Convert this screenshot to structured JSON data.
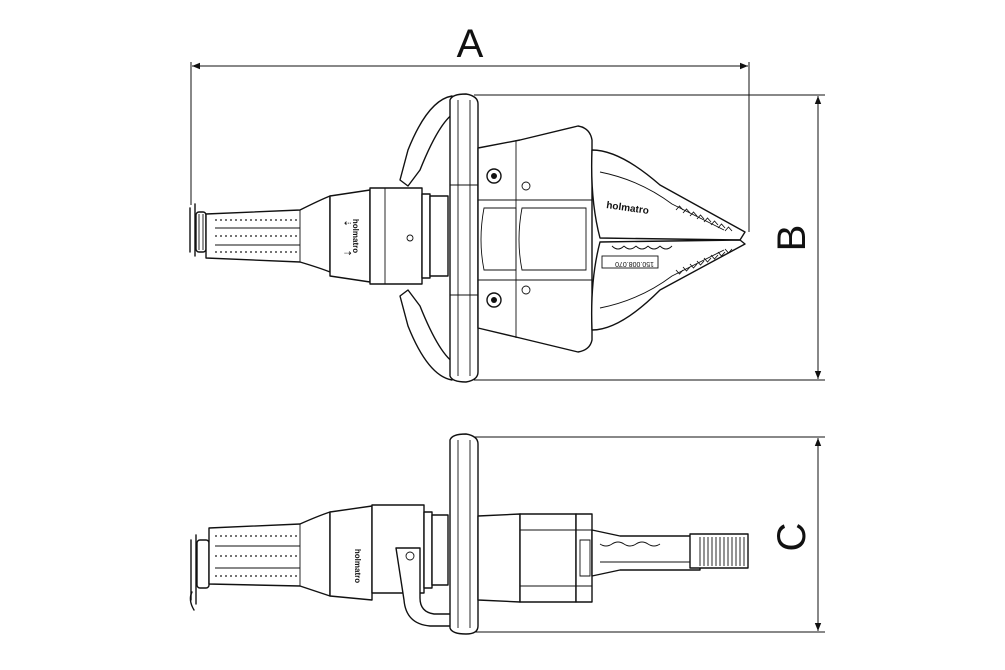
{
  "dimensions": {
    "a": "A",
    "b": "B",
    "c": "C"
  },
  "tool": {
    "brand_jaw": "holmatro",
    "brand_handle_top": "holmatro",
    "brand_handle_side": "holmatro",
    "serial": "150.008.070"
  }
}
